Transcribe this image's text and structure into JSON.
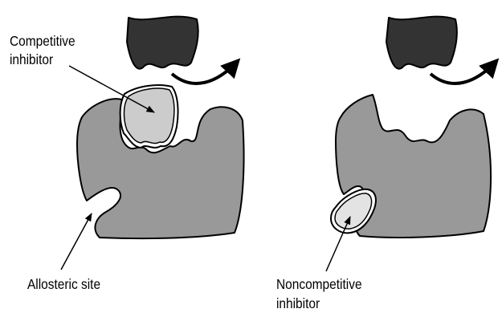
{
  "labels": {
    "competitive_line1": "Competitive",
    "competitive_line2": "inhibitor",
    "allosteric_site": "Allosteric site",
    "noncompetitive_line1": "Noncompetitive",
    "noncompetitive_line2": "inhibitor"
  },
  "colors": {
    "substrate": "#333333",
    "enzyme": "#999999",
    "competitive_inhibitor": "#cccccc",
    "noncompetitive_inhibitor": "#e3e3e3",
    "outline": "#000000"
  }
}
